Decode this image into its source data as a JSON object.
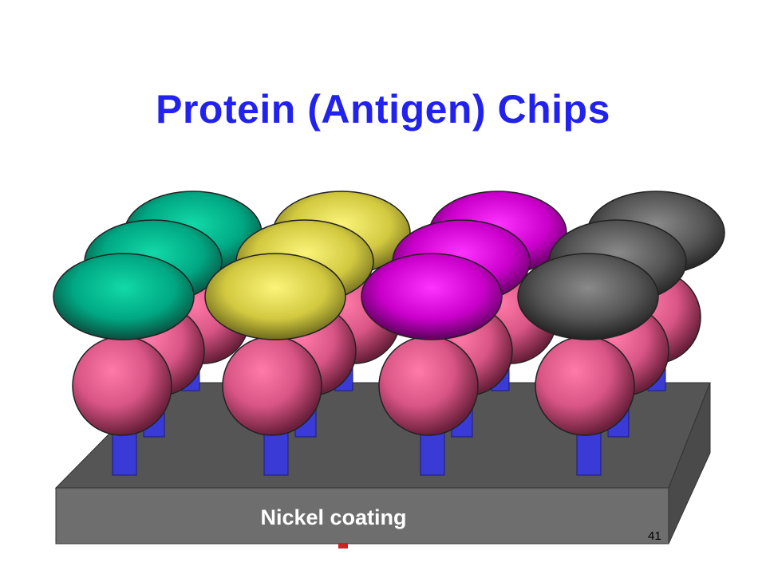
{
  "slide": {
    "title": "Protein (Antigen) Chips",
    "base_label": "Nickel coating",
    "page_number": "41"
  },
  "colors": {
    "title": "#2222ee",
    "base_top": "#555555",
    "base_front": "#6e6e6e",
    "base_side": "#4a4a4a",
    "linker": "#3a3ad6",
    "sphere": "#e05a8a",
    "antigen_columns": [
      "#00b88f",
      "#d8d040",
      "#cc00cc",
      "#5a5a5a"
    ]
  }
}
